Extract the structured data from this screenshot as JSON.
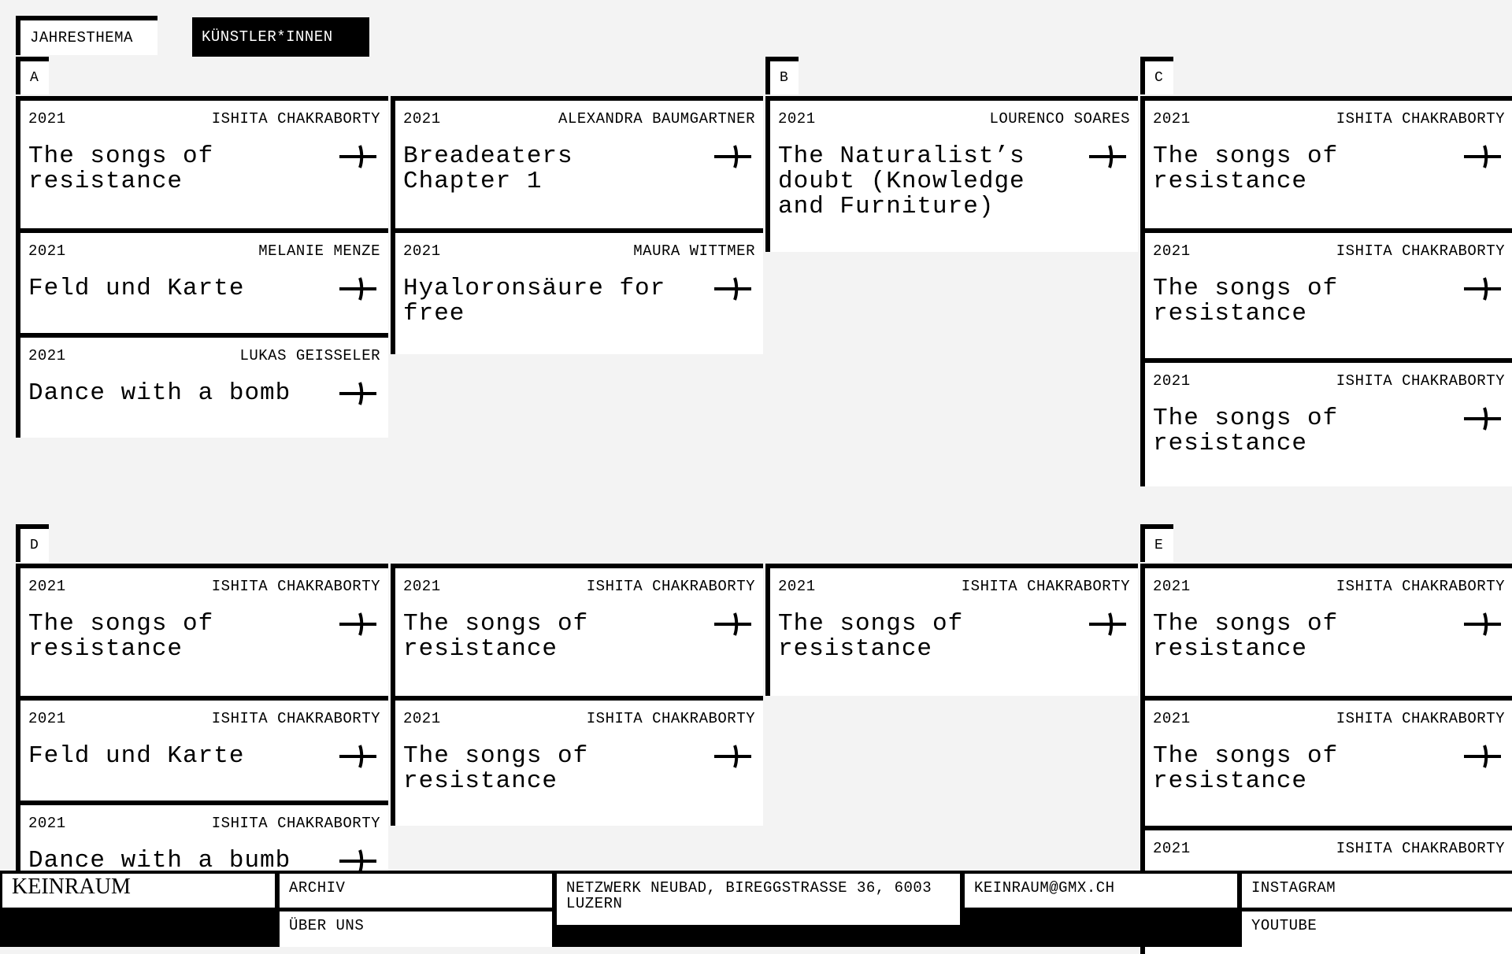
{
  "nav": {
    "tab1": "JAHRESTHEMA",
    "tab2": "KÜNSTLER*INNEN"
  },
  "arrow_icon": "arrow-right-icon",
  "columns": [
    {
      "letter": "A",
      "cards": [
        {
          "year": "2021",
          "artist": "ISHITA CHAKRABORTY",
          "title": "The songs of resistance"
        },
        {
          "year": "2021",
          "artist": "MELANIE MENZE",
          "title": "Feld und Karte"
        },
        {
          "year": "2021",
          "artist": "LUKAS GEISSELER",
          "title": "Dance with a bomb"
        }
      ]
    },
    {
      "letter": "",
      "cards": [
        {
          "year": "2021",
          "artist": "ALEXANDRA BAUMGARTNER",
          "title": "Breadeaters Chapter 1"
        },
        {
          "year": "2021",
          "artist": "MAURA WITTMER",
          "title": "Hyaloronsäure for free"
        }
      ]
    },
    {
      "letter": "B",
      "cards": [
        {
          "year": "2021",
          "artist": "LOURENCO SOARES",
          "title": "The Naturalist’s doubt (Knowledge and Furniture)"
        }
      ]
    },
    {
      "letter": "C",
      "cards": [
        {
          "year": "2021",
          "artist": "ISHITA CHAKRABORTY",
          "title": "The songs of resistance"
        },
        {
          "year": "2021",
          "artist": "ISHITA CHAKRABORTY",
          "title": "The songs of resistance"
        },
        {
          "year": "2021",
          "artist": "ISHITA CHAKRABORTY",
          "title": "The songs of resistance"
        }
      ]
    },
    {
      "letter": "D",
      "cards": [
        {
          "year": "2021",
          "artist": "ISHITA CHAKRABORTY",
          "title": "The songs of resistance"
        },
        {
          "year": "2021",
          "artist": "ISHITA CHAKRABORTY",
          "title": "Feld und Karte"
        },
        {
          "year": "2021",
          "artist": "ISHITA CHAKRABORTY",
          "title": "Dance with a bumb"
        }
      ]
    },
    {
      "letter": "",
      "cards": [
        {
          "year": "2021",
          "artist": "ISHITA CHAKRABORTY",
          "title": "The songs of resistance"
        },
        {
          "year": "2021",
          "artist": "ISHITA CHAKRABORTY",
          "title": "The songs of resistance"
        }
      ]
    },
    {
      "letter": "",
      "cards": [
        {
          "year": "2021",
          "artist": "ISHITA CHAKRABORTY",
          "title": "The songs of resistance"
        }
      ]
    },
    {
      "letter": "E",
      "cards": [
        {
          "year": "2021",
          "artist": "ISHITA CHAKRABORTY",
          "title": "The songs of resistance"
        },
        {
          "year": "2021",
          "artist": "ISHITA CHAKRABORTY",
          "title": "The songs of resistance"
        },
        {
          "year": "2021",
          "artist": "ISHITA CHAKRABORTY",
          "title": ""
        }
      ]
    }
  ],
  "footer": {
    "logo": "KEINRAUM",
    "archiv": "ARCHIV",
    "ueber": "ÜBER UNS",
    "address": "NETZWERK NEUBAD, BIREGGSTRASSE 36, 6003 LUZERN",
    "email": "KEINRAUM@GMX.CH",
    "instagram": "INSTAGRAM",
    "youtube": "YOUTUBE"
  }
}
